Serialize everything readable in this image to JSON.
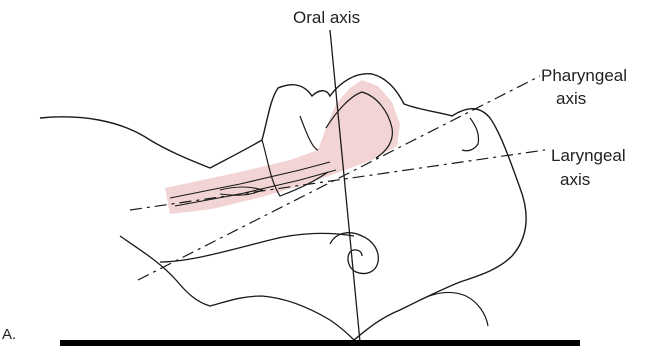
{
  "labels": {
    "oral_axis": "Oral axis",
    "pharyngeal_axis_line1": "Pharyngeal",
    "pharyngeal_axis_line2": "axis",
    "laryngeal_axis_line1": "Laryngeal",
    "laryngeal_axis_line2": "axis",
    "panel": "A."
  },
  "colors": {
    "outline": "#1a1a1a",
    "airway_fill": "#f2d4d4",
    "table": "#000000"
  }
}
